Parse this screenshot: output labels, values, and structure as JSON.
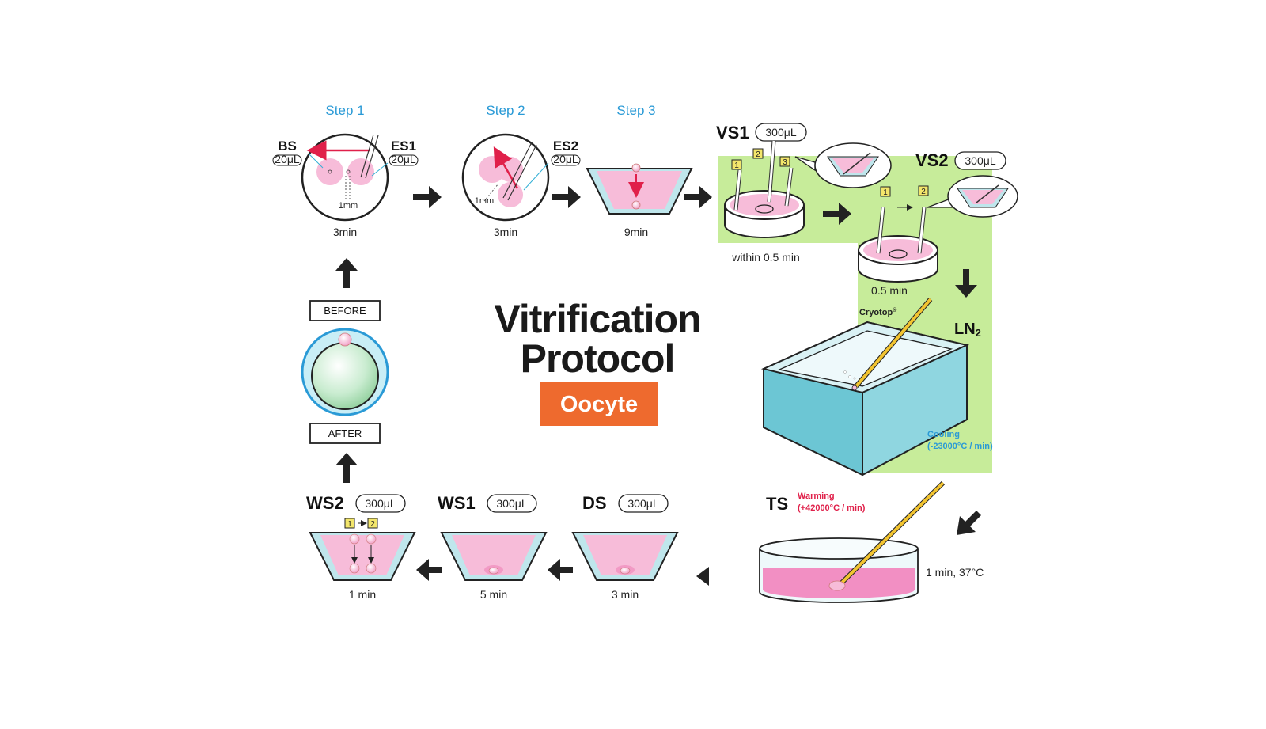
{
  "title": {
    "line1": "Vitrification",
    "line2": "Protocol",
    "badge": "Oocyte"
  },
  "steps": {
    "step1": "Step 1",
    "step2": "Step 2",
    "step3": "Step 3"
  },
  "step1": {
    "bs": "BS",
    "bs_vol": "20μL",
    "es1": "ES1",
    "es1_vol": "20μL",
    "dist": "1mm",
    "time": "3min"
  },
  "step2": {
    "es2": "ES2",
    "es2_vol": "20μL",
    "dist": "1mm",
    "time": "3min"
  },
  "step3": {
    "time": "9min"
  },
  "vs1": {
    "label": "VS1",
    "vol": "300μL",
    "time": "within 0.5 min",
    "n1": "1",
    "n2": "2",
    "n3": "3"
  },
  "vs2": {
    "label": "VS2",
    "vol": "300μL",
    "time": "0.5 min",
    "n1": "1",
    "n2": "2"
  },
  "ln2": {
    "label": "LN",
    "sub": "2",
    "cryotop": "Cryotop",
    "reg": "®",
    "cooling": "Cooling",
    "cooling_rate": "(-23000°C / min)"
  },
  "ts": {
    "label": "TS",
    "warming": "Warming",
    "warming_rate": "(+42000°C / min)",
    "time": "1 min, 37°C"
  },
  "ds": {
    "label": "DS",
    "vol": "300μL",
    "time": "3 min"
  },
  "ws1": {
    "label": "WS1",
    "vol": "300μL",
    "time": "5 min"
  },
  "ws2": {
    "label": "WS2",
    "vol": "300μL",
    "time": "1 min",
    "n1": "1",
    "n2": "2"
  },
  "states": {
    "before": "BEFORE",
    "after": "AFTER"
  },
  "colors": {
    "pink": "#f5b8d8",
    "green_panel": "#c7ec9a",
    "step_blue": "#2a9ad6",
    "badge_orange": "#ee6a2e",
    "warming_red": "#e0204a",
    "cooling_blue": "#2a9ad6",
    "box_teal": "#6cc6d4"
  }
}
